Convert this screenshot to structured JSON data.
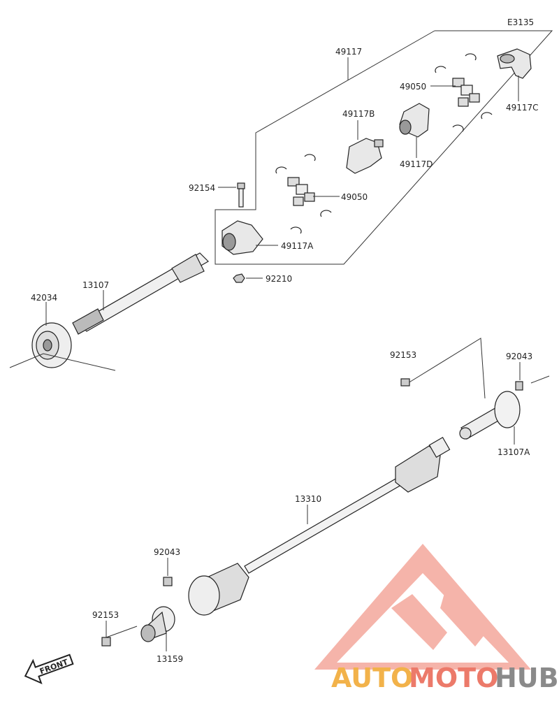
{
  "diagram_code": "E3135",
  "front_label": "FRONT",
  "watermark": {
    "auto": "AUTO",
    "moto": "MOTO",
    "hub": "HUB"
  },
  "colors": {
    "watermark_triangle": "#f4a79c",
    "watermark_orange": "#f2b24a",
    "watermark_red": "#ec7a6a",
    "watermark_gray": "#8a8a8a"
  },
  "labels": {
    "p49117": "49117",
    "p49050_upper": "49050",
    "p49117C": "49117C",
    "p49117B": "49117B",
    "p49117D": "49117D",
    "p92154": "92154",
    "p49050_lower": "49050",
    "p49117A": "49117A",
    "p92210": "92210",
    "p42034": "42034",
    "p13107": "13107",
    "p92153_upper": "92153",
    "p92043_upper": "92043",
    "p13107A": "13107A",
    "p13310": "13310",
    "p92043_lower": "92043",
    "p92153_lower": "92153",
    "p13159": "13159"
  }
}
